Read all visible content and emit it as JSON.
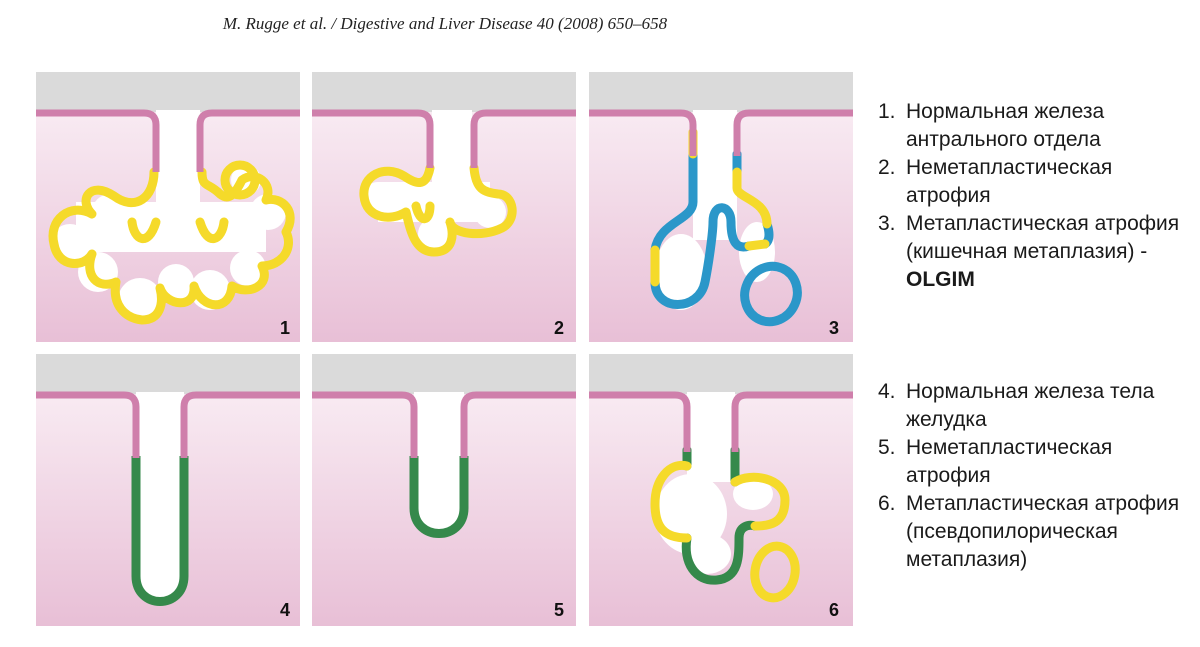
{
  "citation": "M. Rugge et al. / Digestive and Liver Disease 40 (2008) 650–658",
  "panels": [
    {
      "label": "1"
    },
    {
      "label": "2"
    },
    {
      "label": "3"
    },
    {
      "label": "4"
    },
    {
      "label": "5"
    },
    {
      "label": "6"
    }
  ],
  "legend_top": [
    {
      "num": "1.",
      "text": "Нормальная железа антрального отдела"
    },
    {
      "num": "2.",
      "text": "Неметапластическая атрофия"
    },
    {
      "num": "3.",
      "text": "Метапластическая атрофия (кишечная метаплазия) - ",
      "bold": "OLGIM"
    }
  ],
  "legend_bottom": [
    {
      "num": "4.",
      "text": "Нормальная железа тела желудка"
    },
    {
      "num": "5.",
      "text": "Неметапластическая атрофия"
    },
    {
      "num": "6.",
      "text": "Метапластическая атрофия (псевдопилорическая метаплазия)"
    }
  ],
  "colors": {
    "lumen_gray": "#d9d9d9",
    "mucosa_pink": "#ecc8dc",
    "foveolar_pink": "#cf7fab",
    "antral_yellow": "#f5da2a",
    "intestinal_blue": "#2b97c9",
    "oxyntic_green": "#35894b"
  }
}
